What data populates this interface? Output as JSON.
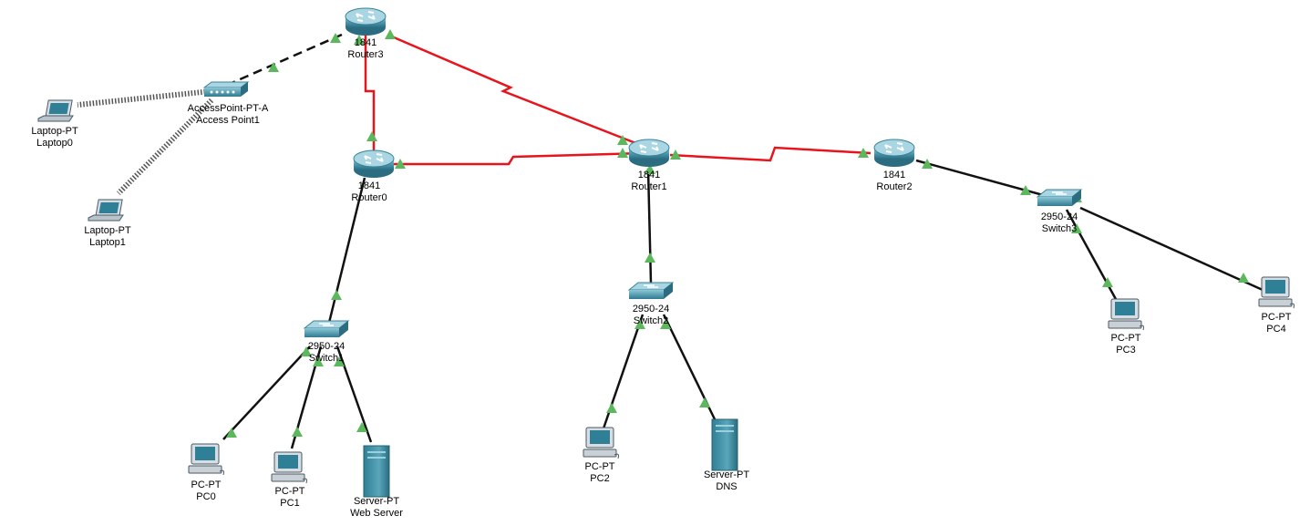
{
  "devices": {
    "router3": {
      "model": "1841",
      "name": "Router3"
    },
    "router0": {
      "model": "1841",
      "name": "Router0"
    },
    "router1": {
      "model": "1841",
      "name": "Router1"
    },
    "router2": {
      "model": "1841",
      "name": "Router2"
    },
    "access_point": {
      "model": "AccessPoint-PT-A",
      "name": "Access Point1"
    },
    "laptop0": {
      "model": "Laptop-PT",
      "name": "Laptop0"
    },
    "laptop1": {
      "model": "Laptop-PT",
      "name": "Laptop1"
    },
    "switch1": {
      "model": "2950-24",
      "name": "Switch1"
    },
    "switch2": {
      "model": "2950-24",
      "name": "Switch2"
    },
    "switch3": {
      "model": "2950-24",
      "name": "Switch3"
    },
    "pc0": {
      "model": "PC-PT",
      "name": "PC0"
    },
    "pc1": {
      "model": "PC-PT",
      "name": "PC1"
    },
    "web_server": {
      "model": "Server-PT",
      "name": "Web Server"
    },
    "pc2": {
      "model": "PC-PT",
      "name": "PC2"
    },
    "dns": {
      "model": "Server-PT",
      "name": "DNS"
    },
    "pc3": {
      "model": "PC-PT",
      "name": "PC3"
    },
    "pc4": {
      "model": "PC-PT",
      "name": "PC4"
    }
  },
  "links": [
    {
      "from": "router3",
      "to": "router0",
      "type": "serial"
    },
    {
      "from": "router3",
      "to": "router1",
      "type": "serial"
    },
    {
      "from": "router0",
      "to": "router1",
      "type": "serial"
    },
    {
      "from": "router1",
      "to": "router2",
      "type": "serial"
    },
    {
      "from": "router3",
      "to": "access_point",
      "type": "crossover"
    },
    {
      "from": "access_point",
      "to": "laptop0",
      "type": "wireless"
    },
    {
      "from": "access_point",
      "to": "laptop1",
      "type": "wireless"
    },
    {
      "from": "router0",
      "to": "switch1",
      "type": "straight"
    },
    {
      "from": "switch1",
      "to": "pc0",
      "type": "straight"
    },
    {
      "from": "switch1",
      "to": "pc1",
      "type": "straight"
    },
    {
      "from": "switch1",
      "to": "web_server",
      "type": "straight"
    },
    {
      "from": "router1",
      "to": "switch2",
      "type": "straight"
    },
    {
      "from": "switch2",
      "to": "pc2",
      "type": "straight"
    },
    {
      "from": "switch2",
      "to": "dns",
      "type": "straight"
    },
    {
      "from": "router2",
      "to": "switch3",
      "type": "straight"
    },
    {
      "from": "switch3",
      "to": "pc3",
      "type": "straight"
    },
    {
      "from": "switch3",
      "to": "pc4",
      "type": "straight"
    }
  ],
  "colors": {
    "serial": "#e8141c",
    "straight": "#111111",
    "link_up": "#5cb85c",
    "device_body": "#3d8ea6"
  }
}
